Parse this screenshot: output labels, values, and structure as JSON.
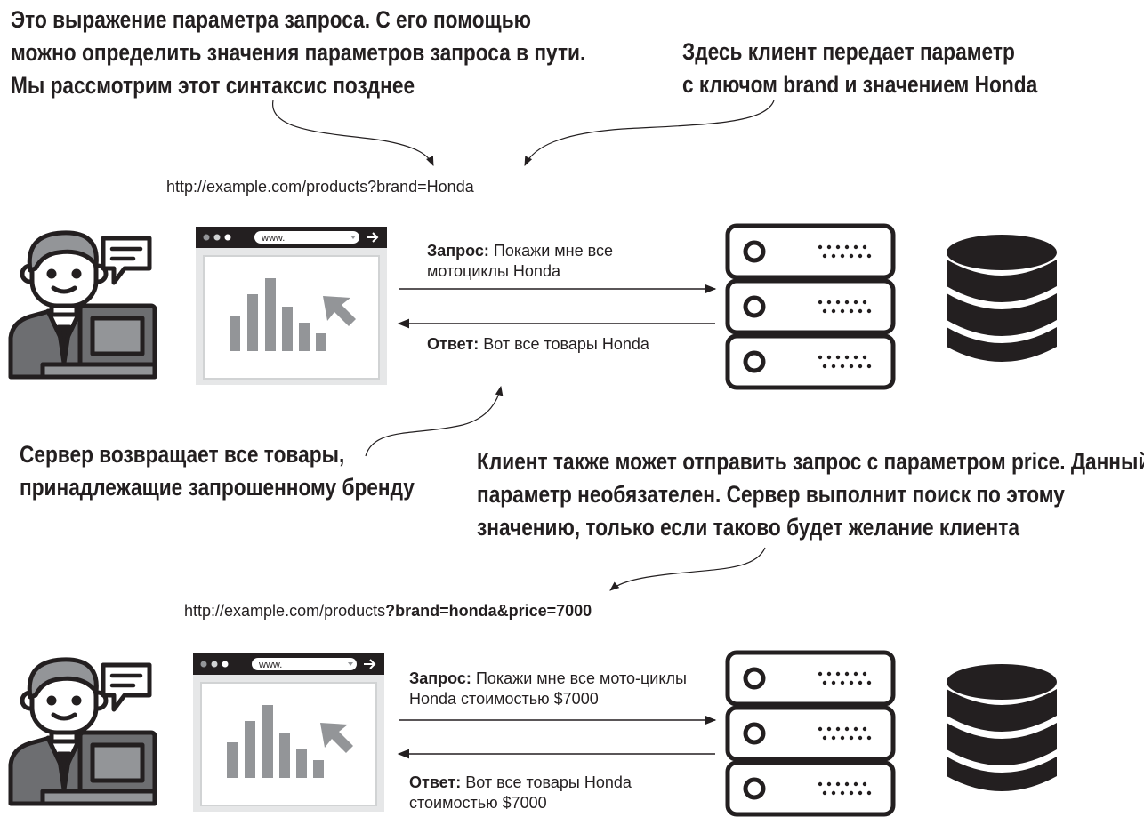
{
  "notes": {
    "param_expression": [
      "Это выражение параметра запроса. С его помощью",
      "можно определить значения параметров запроса в пути.",
      "Мы рассмотрим этот синтаксис позднее"
    ],
    "client_param": [
      "Здесь клиент передает параметр",
      "с ключом brand и значением Honda"
    ],
    "server_returns": [
      "Сервер возвращает все товары,",
      "принадлежащие запрошенному бренду"
    ],
    "price_param": [
      "Клиент также может отправить запрос с параметром price. Данный",
      "параметр необязателен. Сервер выполнит поиск по этому",
      "значению, только если таково будет желание клиента"
    ]
  },
  "scenario1": {
    "url": "http://example.com/products?brand=Honda",
    "request_label": "Запрос:",
    "request_text": "Покажи мне все мотоциклы Honda",
    "response_label": "Ответ:",
    "response_text": "Вот все товары Honda"
  },
  "scenario2": {
    "url_plain": "http://example.com/products",
    "url_bold": "?brand=honda&price=7000",
    "request_label": "Запрос:",
    "request_text": "Покажи мне все мото-циклы Honda стоимостью $7000",
    "response_label": "Ответ:",
    "response_text": "Вот все товары Honda стоимостью $7000"
  },
  "browser": {
    "address_text": "www."
  },
  "colors": {
    "ink": "#231f20",
    "gray_dark": "#6d6e71",
    "gray_mid": "#939598",
    "gray_light": "#d1d3d4",
    "skin": "#ffffff"
  },
  "icons": [
    "user-icon",
    "chat-bubble-icon",
    "laptop-icon",
    "browser-window-icon",
    "bar-chart-icon",
    "cursor-arrow-icon",
    "server-icon",
    "database-icon"
  ]
}
